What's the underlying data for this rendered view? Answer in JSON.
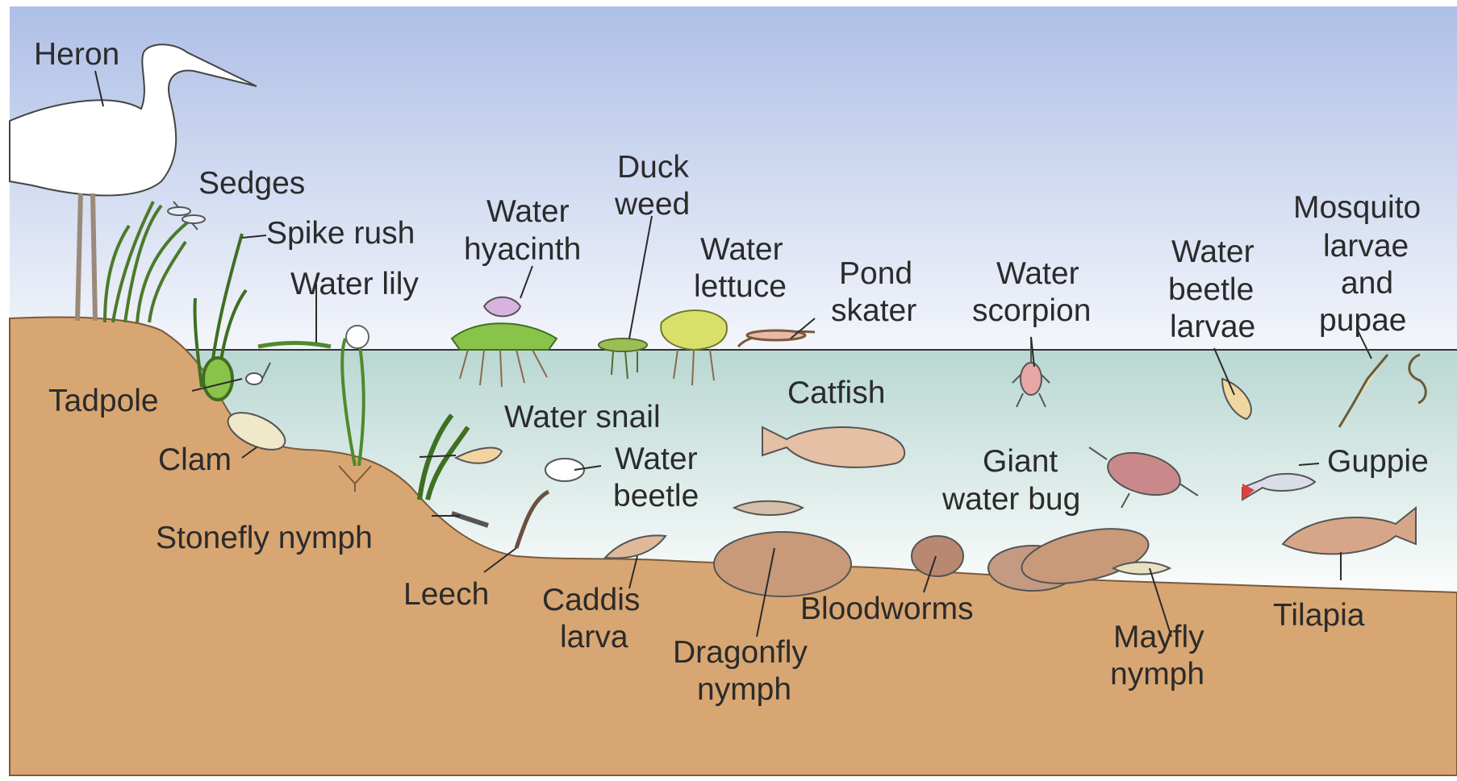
{
  "labels": {
    "heron": "Heron",
    "sedges": "Sedges",
    "spike_rush": "Spike rush",
    "water_lily": "Water lily",
    "water_hyacinth_1": "Water",
    "water_hyacinth_2": "hyacinth",
    "duck_weed_1": "Duck",
    "duck_weed_2": "weed",
    "water_lettuce_1": "Water",
    "water_lettuce_2": "lettuce",
    "pond_skater_1": "Pond",
    "pond_skater_2": "skater",
    "water_scorpion_1": "Water",
    "water_scorpion_2": "scorpion",
    "water_beetle_larvae_1": "Water",
    "water_beetle_larvae_2": "beetle",
    "water_beetle_larvae_3": "larvae",
    "mosquito_1": "Mosquito",
    "mosquito_2": "larvae",
    "mosquito_3": "and",
    "mosquito_4": "pupae",
    "tadpole": "Tadpole",
    "clam": "Clam",
    "water_snail": "Water snail",
    "water_beetle_1": "Water",
    "water_beetle_2": "beetle",
    "catfish": "Catfish",
    "giant_water_bug_1": "Giant",
    "giant_water_bug_2": "water bug",
    "guppie": "Guppie",
    "stonefly_nymph": "Stonefly nymph",
    "leech": "Leech",
    "caddis_larva_1": "Caddis",
    "caddis_larva_2": "larva",
    "dragonfly_nymph_1": "Dragonfly",
    "dragonfly_nymph_2": "nymph",
    "bloodworms": "Bloodworms",
    "mayfly_nymph_1": "Mayfly",
    "mayfly_nymph_2": "nymph",
    "tilapia": "Tilapia"
  },
  "colors": {
    "sky_top": "#aebfe6",
    "sky_bottom": "#f2f4fa",
    "water_top": "#bcd8d4",
    "water_bottom": "#ffffff",
    "soil": "#d8a672",
    "soil_edge": "#7a5a3a",
    "plant_green": "#7ab840",
    "fish_brown": "#d7a688"
  }
}
